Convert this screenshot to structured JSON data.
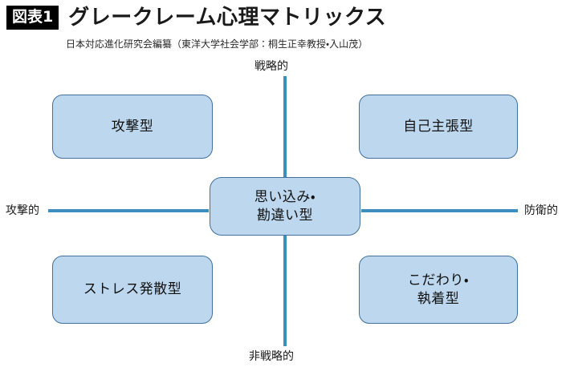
{
  "header": {
    "figure_badge": "図表1",
    "title": "グレークレーム心理マトリックス",
    "subtitle": "日本対応進化研究会編纂（東洋大学社会学部：桐生正幸教授・入山茂）"
  },
  "chart_data": {
    "type": "diagram",
    "subtype": "2x2-matrix",
    "title": "グレークレーム心理マトリックス",
    "axes": {
      "vertical": {
        "top_label": "戦略的",
        "bottom_label": "非戦略的"
      },
      "horizontal": {
        "left_label": "攻撃的",
        "right_label": "防衛的"
      }
    },
    "center": {
      "label": "思い込み・\n勘違い型",
      "lines": [
        "思い込み・",
        "勘違い型"
      ]
    },
    "quadrants": [
      {
        "position": "top-left",
        "label": "攻撃型",
        "lines": [
          "攻撃型"
        ],
        "axis_combination": [
          "戦略的",
          "攻撃的"
        ]
      },
      {
        "position": "top-right",
        "label": "自己主張型",
        "lines": [
          "自己主張型"
        ],
        "axis_combination": [
          "戦略的",
          "防衛的"
        ]
      },
      {
        "position": "bottom-left",
        "label": "ストレス発散型",
        "lines": [
          "ストレス発散型"
        ],
        "axis_combination": [
          "非戦略的",
          "攻撃的"
        ]
      },
      {
        "position": "bottom-right",
        "label": "こだわり・\n執着型",
        "lines": [
          "こだわり・",
          "執着型"
        ],
        "axis_combination": [
          "非戦略的",
          "防衛的"
        ]
      }
    ],
    "colors": {
      "node_fill": "#bdd7ee",
      "node_border": "#41719c",
      "axis_line": "#3c8dc0",
      "badge_background": "#000000",
      "badge_text": "#ffffff",
      "text": "#111111",
      "background": "#ffffff"
    }
  }
}
